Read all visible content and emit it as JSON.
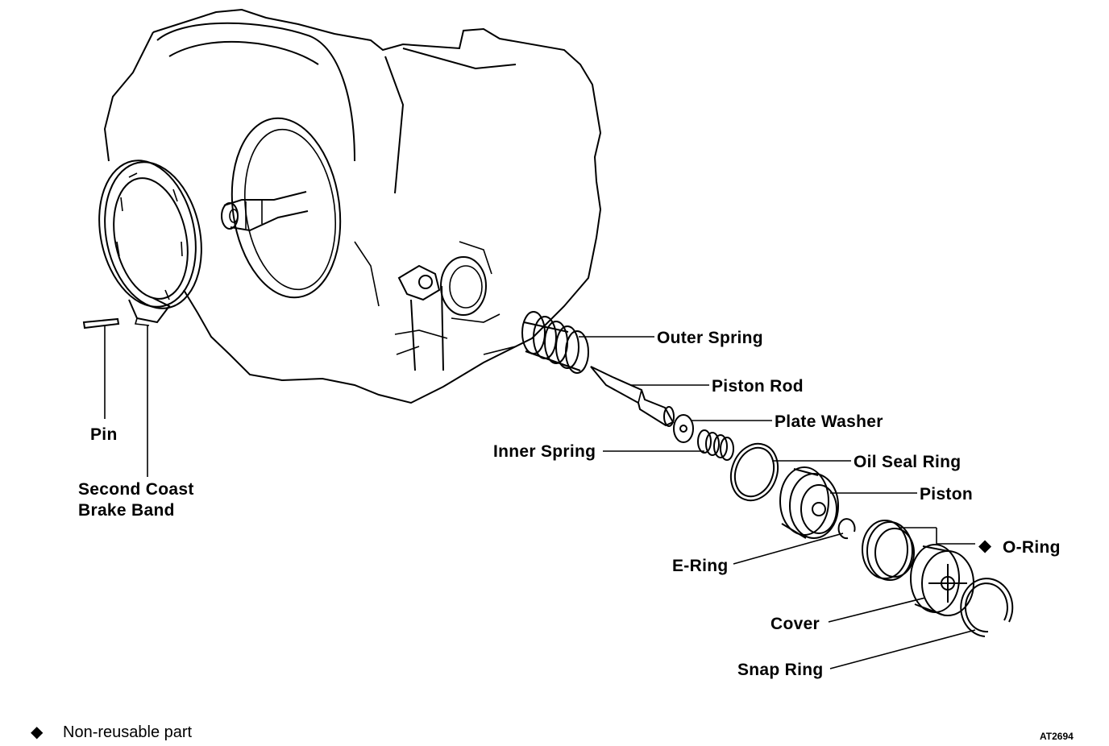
{
  "labels": {
    "outer_spring": "Outer Spring",
    "piston_rod": "Piston Rod",
    "plate_washer": "Plate Washer",
    "inner_spring": "Inner Spring",
    "oil_seal_ring": "Oil Seal Ring",
    "piston": "Piston",
    "o_ring": "O-Ring",
    "e_ring": "E-Ring",
    "cover": "Cover",
    "snap_ring": "Snap Ring",
    "pin": "Pin",
    "second_coast_line1": "Second Coast",
    "second_coast_line2": "Brake Band"
  },
  "legend": {
    "symbol": "◆",
    "text": "Non-reusable part"
  },
  "figure_code": "AT2694"
}
